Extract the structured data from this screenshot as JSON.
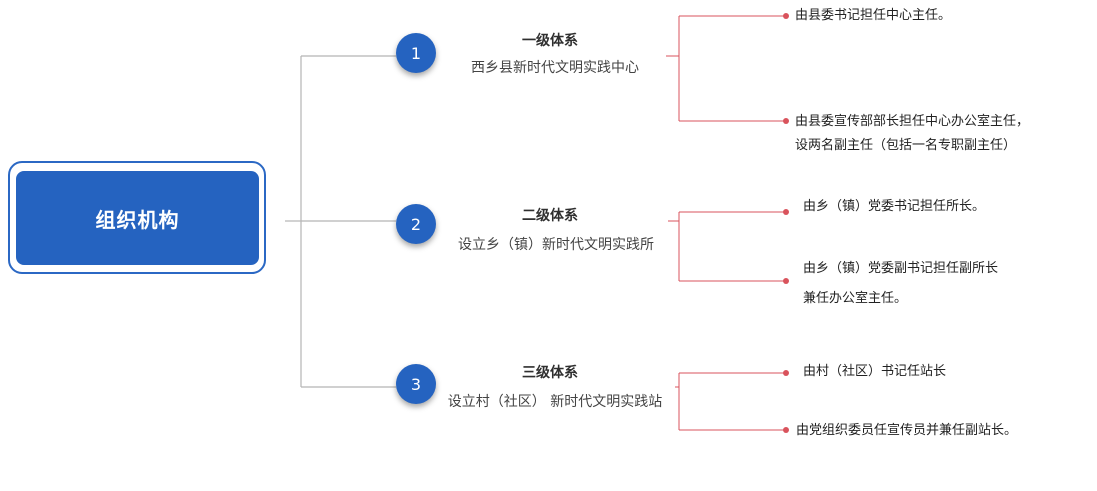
{
  "root": {
    "label": "组织机构"
  },
  "levels": [
    {
      "number": "1",
      "title": "一级体系",
      "subtitle": "西乡县新时代文明实践中心",
      "details": [
        {
          "line1": "由县委书记担任中心主任。"
        },
        {
          "line1": "由县委宣传部部长担任中心办公室主任，",
          "line2": "设两名副主任（包括一名专职副主任）"
        }
      ]
    },
    {
      "number": "2",
      "title": "二级体系",
      "subtitle": "设立乡（镇）新时代文明实践所",
      "details": [
        {
          "line1": "由乡（镇）党委书记担任所长。"
        },
        {
          "line1": "由乡（镇）党委副书记担任副所长",
          "line2": "兼任办公室主任。"
        }
      ]
    },
    {
      "number": "3",
      "title": "三级体系",
      "subtitle": "设立村（社区） 新时代文明实践站",
      "details": [
        {
          "line1": "由村（社区）书记任站长"
        },
        {
          "line1": "由党组织委员任宣传员并兼任副站长。"
        }
      ]
    }
  ],
  "colors": {
    "node_blue": "#2563c0",
    "connector_gray": "#b5b5b5",
    "connector_red": "#d9535c"
  }
}
